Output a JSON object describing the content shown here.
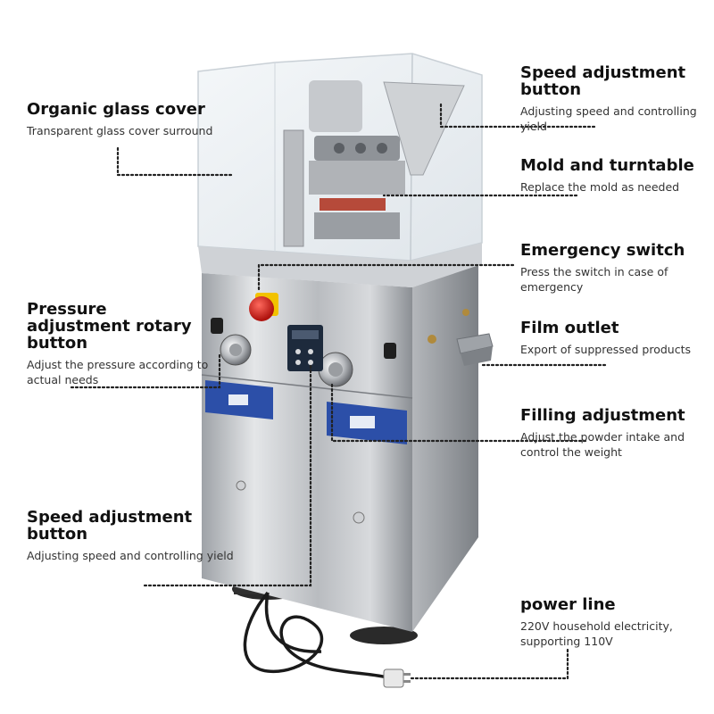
{
  "callouts": {
    "organic_glass_cover": {
      "title": "Organic glass cover",
      "desc": "Transparent glass cover surround"
    },
    "pressure_adjustment": {
      "title": "Pressure adjustment rotary button",
      "desc": "Adjust the pressure according to actual needs"
    },
    "speed_adjustment_left": {
      "title": "Speed adjustment button",
      "desc": "Adjusting speed and controlling yield"
    },
    "speed_adjustment_right": {
      "title": "Speed adjustment button",
      "desc": "Adjusting speed and controlling yield"
    },
    "mold_and_turntable": {
      "title": "Mold and turntable",
      "desc": "Replace the mold as needed"
    },
    "emergency_switch": {
      "title": "Emergency switch",
      "desc": "Press the switch in case of emergency"
    },
    "film_outlet": {
      "title": "Film outlet",
      "desc": "Export of suppressed products"
    },
    "filling_adjustment": {
      "title": "Filling adjustment",
      "desc": "Adjust the powder intake and control the weight"
    },
    "power_line": {
      "title": "power line",
      "desc": "220V household electricity, supporting 110V"
    }
  },
  "colors": {
    "steel_light": "#d7d9dc",
    "steel_dark": "#8d9095",
    "panel_blue": "#2c4fa8",
    "emergency_red": "#d8221c",
    "leader_line": "#222222"
  }
}
